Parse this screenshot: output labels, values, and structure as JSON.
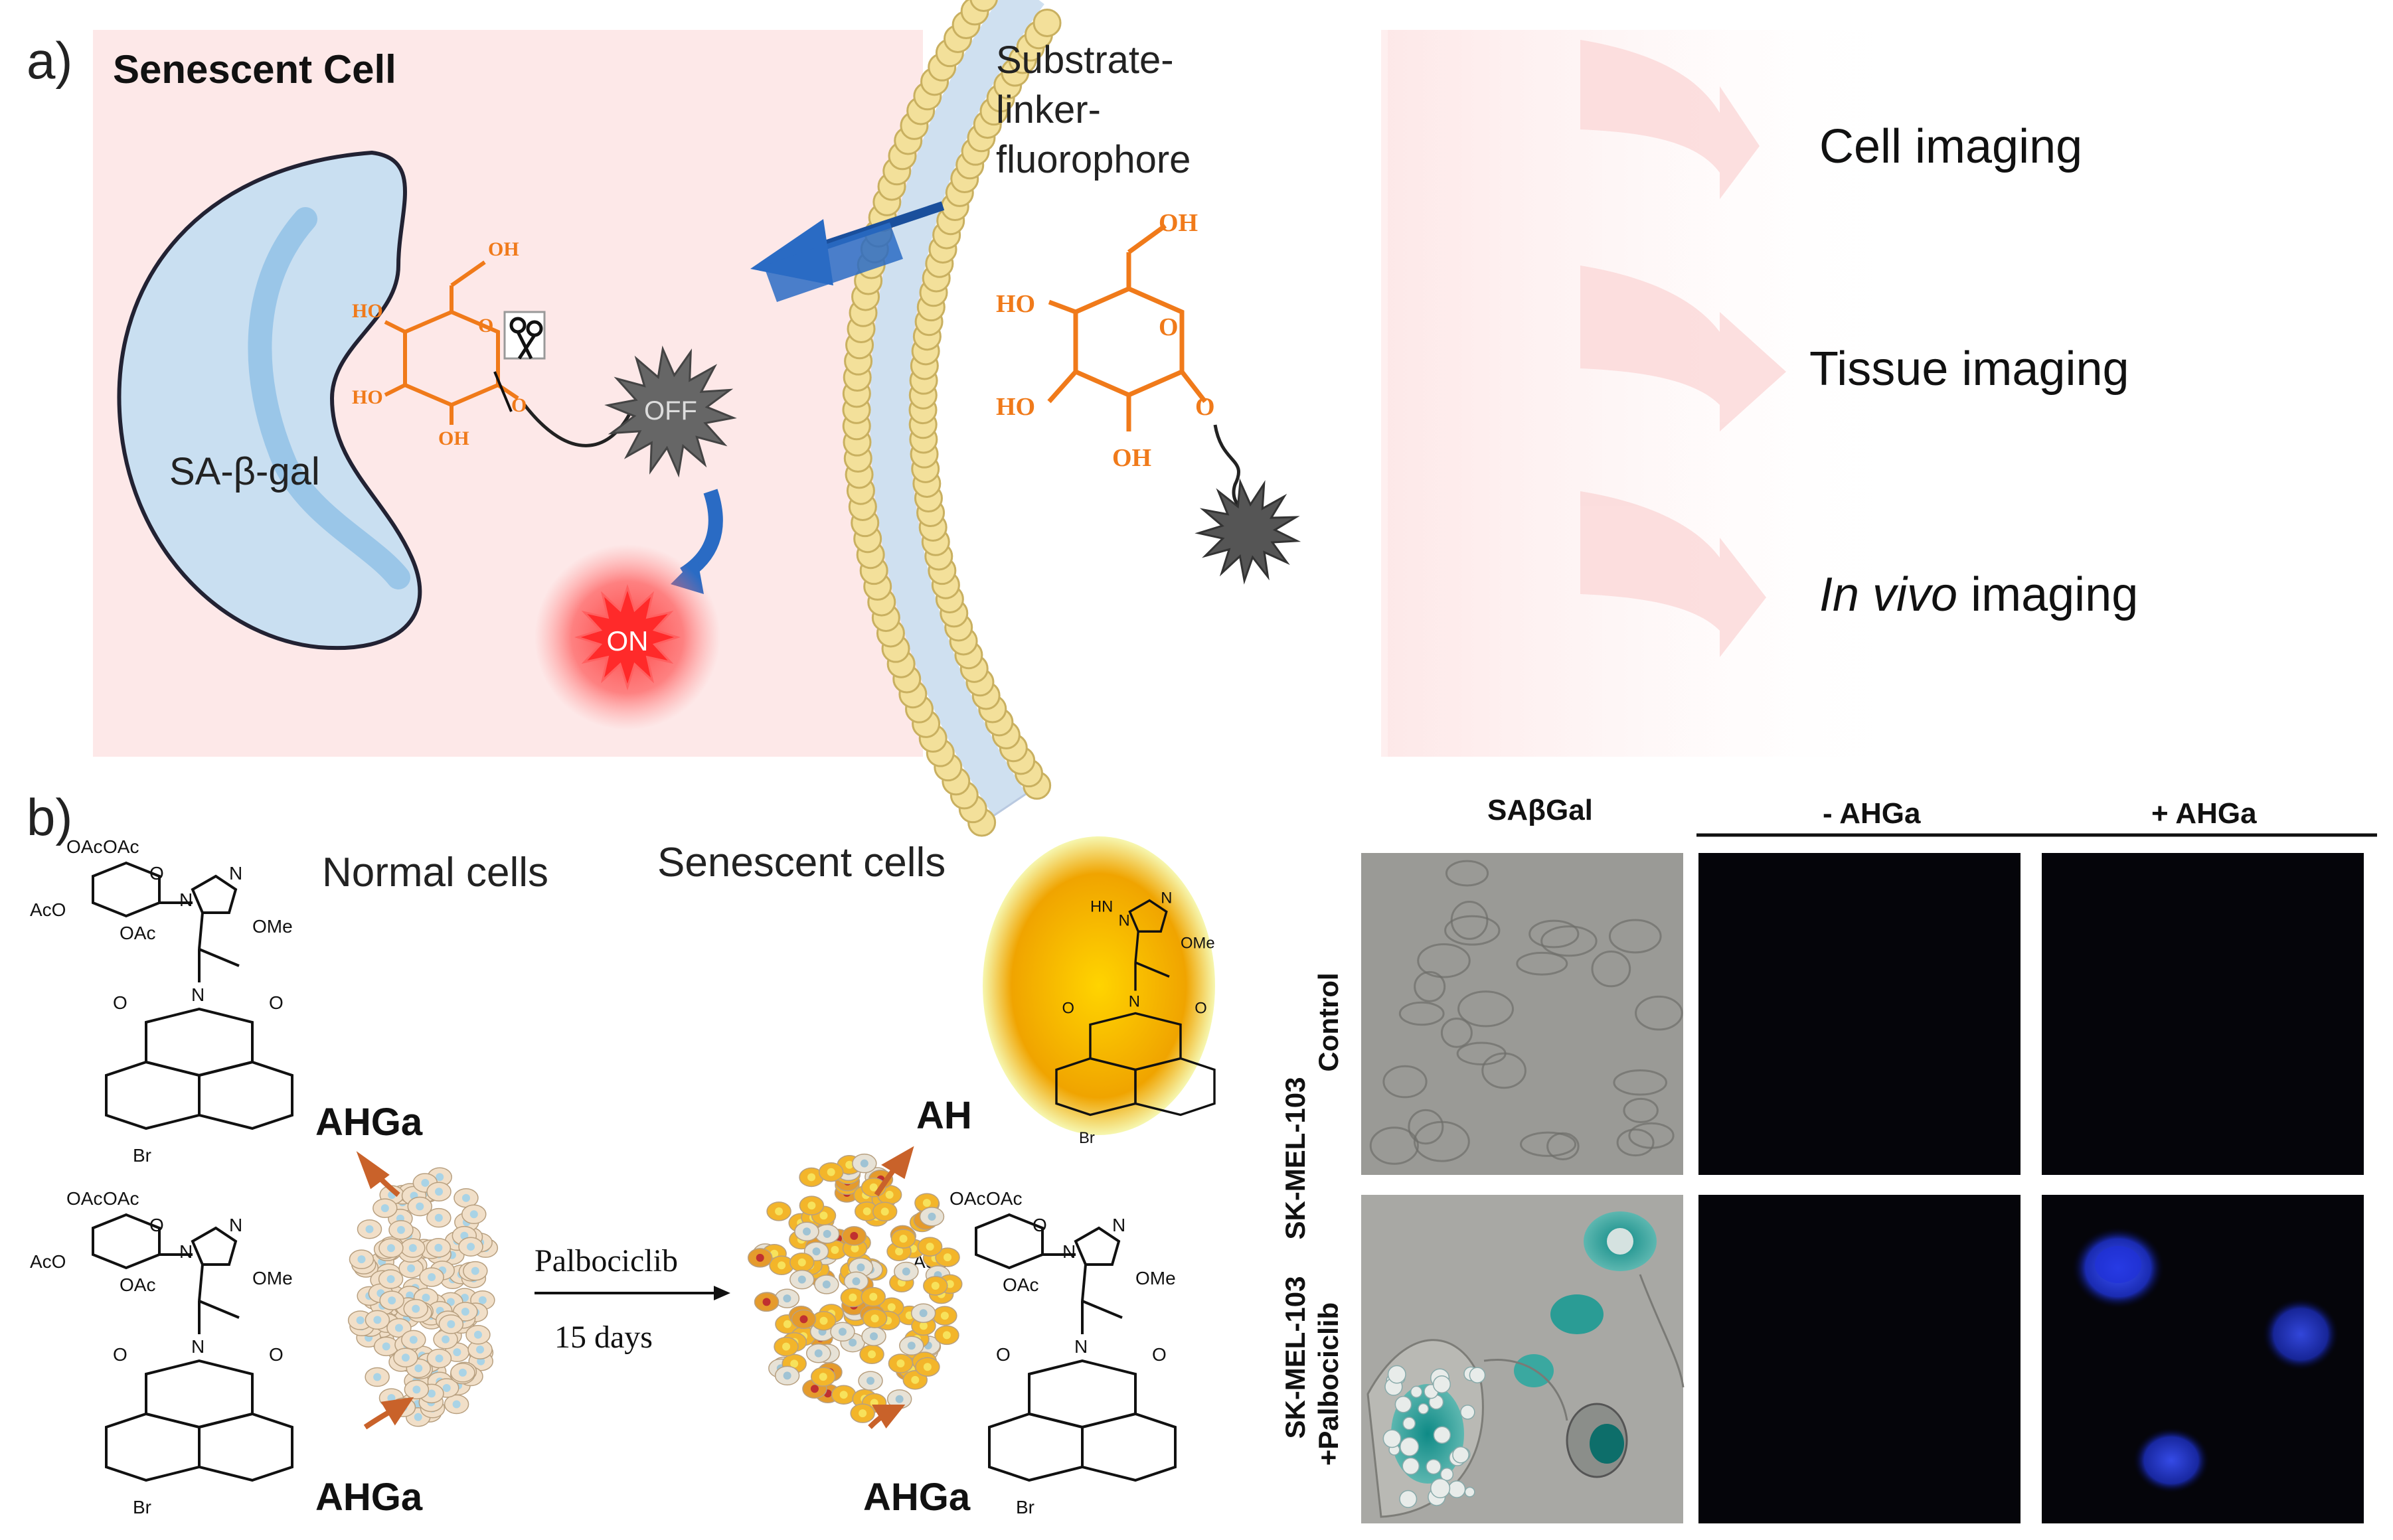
{
  "panel_a": {
    "label": "a)",
    "cell_title": "Senescent Cell",
    "enzyme_label": "SA-β-gal",
    "probe_label_lines": [
      "Substrate-",
      "linker-",
      "fluorophore"
    ],
    "off_label": "OFF",
    "on_label": "ON",
    "outputs": {
      "cell": "Cell imaging",
      "tissue": "Tissue imaging",
      "invivo_italic": "In vivo",
      "invivo_rest": " imaging"
    },
    "sugar_labels": {
      "oh": "OH",
      "ho": "HO",
      "o": "O"
    },
    "colors": {
      "cell_bg": "#fde8e8",
      "enzyme": "#c9dff1",
      "sugar": "#f07a1a",
      "arrow": "#2a6bc4",
      "on_glow": "#ff3a3a",
      "off_star": "#666666"
    }
  },
  "panel_b": {
    "label": "b)",
    "normal_cells": "Normal cells",
    "senescent_cells": "Senescent cells",
    "ahga": "AHGa",
    "ah": "AH",
    "treatment": "Palbociclib",
    "duration": "15 days",
    "chem": {
      "oac": "OAc",
      "ome": "OMe",
      "br": "Br",
      "o": "O",
      "n": "N",
      "hn": "HN",
      "aco": "AcO"
    },
    "micro": {
      "col_headers": [
        "SAβGal",
        "- AHGa",
        "+ AHGa"
      ],
      "row_labels": [
        {
          "line1": "SK-MEL-103",
          "line2": "Control"
        },
        {
          "line1": "SK-MEL-103",
          "line2": "+Palbociclib"
        }
      ]
    }
  }
}
